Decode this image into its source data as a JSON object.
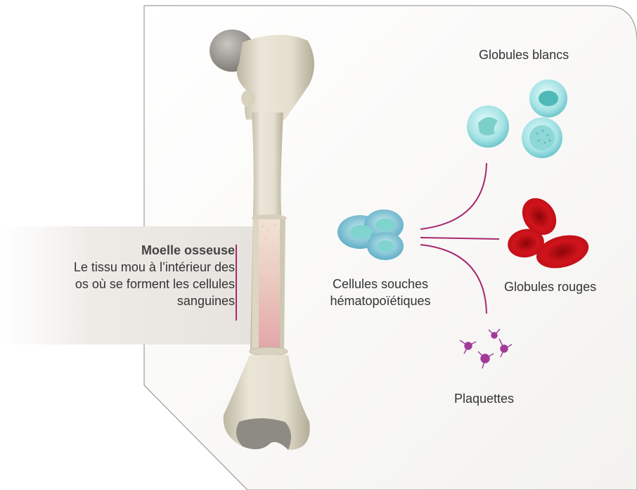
{
  "marrow": {
    "title": "Moelle osseuse",
    "description_lines": [
      "Le tissu mou à l’intérieur des",
      "os où se forment les cellules",
      "sanguines"
    ]
  },
  "stem_cells": {
    "label_lines": [
      "Cellules souches",
      "hématopoïétiques"
    ]
  },
  "outputs": {
    "white_cells": "Globules blancs",
    "red_cells": "Globules rouges",
    "platelets": "Plaquettes"
  },
  "colors": {
    "connector": "#a8286e",
    "panel_bg": "#f7f6f4",
    "panel_border": "#8a8a8a",
    "bone": "#e2dccb",
    "marrow": "#dfa7a9",
    "white_cell": "#9fdede",
    "red_cell": "#c8101a",
    "platelet": "#a23a9a",
    "stem_cell": "#7fc6d6"
  }
}
